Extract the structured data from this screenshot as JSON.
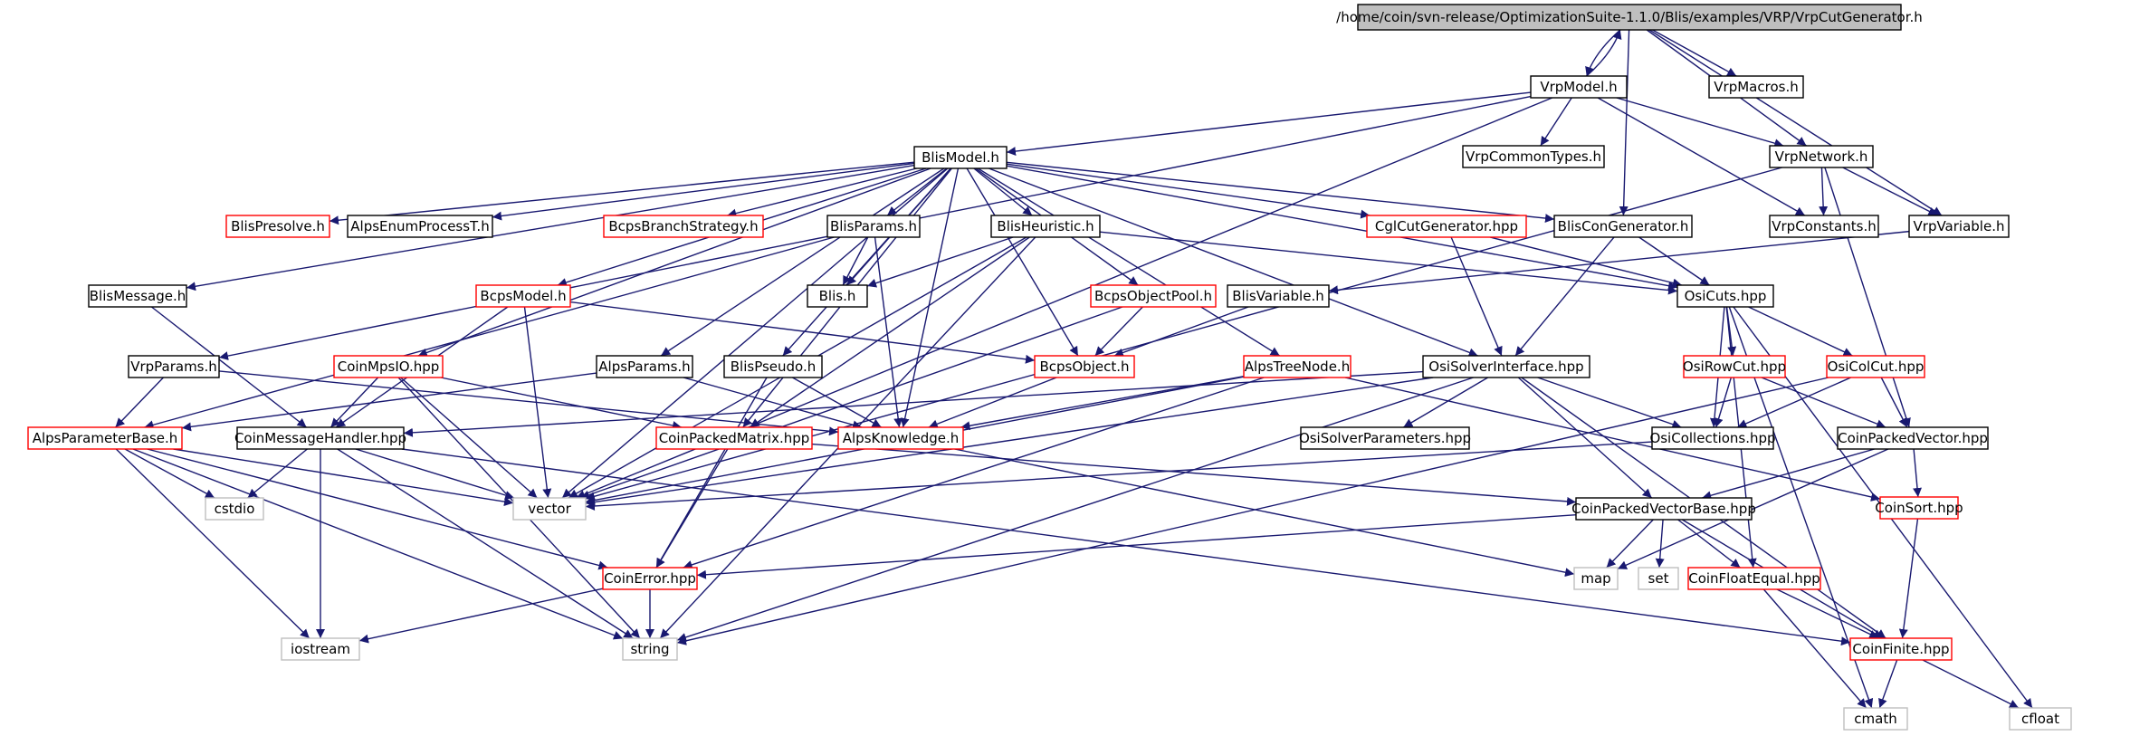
{
  "graph": {
    "nodes": [
      {
        "id": "root",
        "label": "/home/coin/svn-release/OptimizationSuite-1.1.0/Blis/examples/VRP/VrpCutGenerator.h",
        "style": "root"
      },
      {
        "id": "VrpModel",
        "label": "VrpModel.h",
        "style": "black"
      },
      {
        "id": "VrpMacros",
        "label": "VrpMacros.h",
        "style": "black"
      },
      {
        "id": "BlisModel",
        "label": "BlisModel.h",
        "style": "black"
      },
      {
        "id": "VrpCommonTypes",
        "label": "VrpCommonTypes.h",
        "style": "black"
      },
      {
        "id": "VrpNetwork",
        "label": "VrpNetwork.h",
        "style": "black"
      },
      {
        "id": "BlisPresolve",
        "label": "BlisPresolve.h",
        "style": "red"
      },
      {
        "id": "AlpsEnumProcessT",
        "label": "AlpsEnumProcessT.h",
        "style": "black"
      },
      {
        "id": "BcpsBranchStrategy",
        "label": "BcpsBranchStrategy.h",
        "style": "red"
      },
      {
        "id": "BlisParams",
        "label": "BlisParams.h",
        "style": "black"
      },
      {
        "id": "BlisHeuristic",
        "label": "BlisHeuristic.h",
        "style": "black"
      },
      {
        "id": "CglCutGenerator",
        "label": "CglCutGenerator.hpp",
        "style": "red"
      },
      {
        "id": "BlisConGenerator",
        "label": "BlisConGenerator.h",
        "style": "black"
      },
      {
        "id": "VrpConstants",
        "label": "VrpConstants.h",
        "style": "black"
      },
      {
        "id": "VrpVariable",
        "label": "VrpVariable.h",
        "style": "black"
      },
      {
        "id": "BlisMessage",
        "label": "BlisMessage.h",
        "style": "black"
      },
      {
        "id": "BcpsModel",
        "label": "BcpsModel.h",
        "style": "red"
      },
      {
        "id": "Blis",
        "label": "Blis.h",
        "style": "black"
      },
      {
        "id": "BcpsObjectPool",
        "label": "BcpsObjectPool.h",
        "style": "red"
      },
      {
        "id": "BlisVariable",
        "label": "BlisVariable.h",
        "style": "black"
      },
      {
        "id": "OsiCuts",
        "label": "OsiCuts.hpp",
        "style": "black"
      },
      {
        "id": "VrpParams",
        "label": "VrpParams.h",
        "style": "black"
      },
      {
        "id": "CoinMpsIO",
        "label": "CoinMpsIO.hpp",
        "style": "red"
      },
      {
        "id": "AlpsParams",
        "label": "AlpsParams.h",
        "style": "black"
      },
      {
        "id": "BlisPseudo",
        "label": "BlisPseudo.h",
        "style": "black"
      },
      {
        "id": "BcpsObject",
        "label": "BcpsObject.h",
        "style": "red"
      },
      {
        "id": "AlpsTreeNode",
        "label": "AlpsTreeNode.h",
        "style": "red"
      },
      {
        "id": "OsiSolverInterface",
        "label": "OsiSolverInterface.hpp",
        "style": "black"
      },
      {
        "id": "OsiRowCut",
        "label": "OsiRowCut.hpp",
        "style": "red"
      },
      {
        "id": "OsiColCut",
        "label": "OsiColCut.hpp",
        "style": "red"
      },
      {
        "id": "AlpsParameterBase",
        "label": "AlpsParameterBase.h",
        "style": "red"
      },
      {
        "id": "CoinMessageHandler",
        "label": "CoinMessageHandler.hpp",
        "style": "black"
      },
      {
        "id": "CoinPackedMatrix",
        "label": "CoinPackedMatrix.hpp",
        "style": "red"
      },
      {
        "id": "AlpsKnowledge",
        "label": "AlpsKnowledge.h",
        "style": "red"
      },
      {
        "id": "OsiSolverParameters",
        "label": "OsiSolverParameters.hpp",
        "style": "black"
      },
      {
        "id": "OsiCollections",
        "label": "OsiCollections.hpp",
        "style": "black"
      },
      {
        "id": "CoinPackedVector",
        "label": "CoinPackedVector.hpp",
        "style": "black"
      },
      {
        "id": "cstdio",
        "label": "cstdio",
        "style": "gray"
      },
      {
        "id": "vector",
        "label": "vector",
        "style": "gray"
      },
      {
        "id": "CoinPackedVectorBase",
        "label": "CoinPackedVectorBase.hpp",
        "style": "black"
      },
      {
        "id": "CoinSort",
        "label": "CoinSort.hpp",
        "style": "red"
      },
      {
        "id": "CoinError",
        "label": "CoinError.hpp",
        "style": "red"
      },
      {
        "id": "map",
        "label": "map",
        "style": "gray"
      },
      {
        "id": "set",
        "label": "set",
        "style": "gray"
      },
      {
        "id": "CoinFloatEqual",
        "label": "CoinFloatEqual.hpp",
        "style": "red"
      },
      {
        "id": "iostream",
        "label": "iostream",
        "style": "gray"
      },
      {
        "id": "string",
        "label": "string",
        "style": "gray"
      },
      {
        "id": "CoinFinite",
        "label": "CoinFinite.hpp",
        "style": "red"
      },
      {
        "id": "cmath",
        "label": "cmath",
        "style": "gray"
      },
      {
        "id": "cfloat",
        "label": "cfloat",
        "style": "gray"
      }
    ],
    "edges": [
      [
        "root",
        "VrpModel"
      ],
      [
        "root",
        "VrpMacros"
      ],
      [
        "root",
        "BlisConGenerator"
      ],
      [
        "root",
        "VrpNetwork"
      ],
      [
        "root",
        "VrpVariable"
      ],
      [
        "VrpModel",
        "root"
      ],
      [
        "VrpModel",
        "BlisModel"
      ],
      [
        "VrpModel",
        "VrpCommonTypes"
      ],
      [
        "VrpModel",
        "VrpNetwork"
      ],
      [
        "VrpModel",
        "VrpConstants"
      ],
      [
        "VrpModel",
        "VrpParams"
      ],
      [
        "VrpModel",
        "vector"
      ],
      [
        "BlisModel",
        "BlisPresolve"
      ],
      [
        "BlisModel",
        "AlpsEnumProcessT"
      ],
      [
        "BlisModel",
        "BcpsBranchStrategy"
      ],
      [
        "BlisModel",
        "BlisParams"
      ],
      [
        "BlisModel",
        "BlisHeuristic"
      ],
      [
        "BlisModel",
        "CglCutGenerator"
      ],
      [
        "BlisModel",
        "BlisConGenerator"
      ],
      [
        "BlisModel",
        "BlisMessage"
      ],
      [
        "BlisModel",
        "BcpsModel"
      ],
      [
        "BlisModel",
        "Blis"
      ],
      [
        "BlisModel",
        "BcpsObjectPool"
      ],
      [
        "BlisModel",
        "OsiCuts"
      ],
      [
        "BlisModel",
        "CoinMpsIO"
      ],
      [
        "BlisModel",
        "AlpsParams"
      ],
      [
        "BlisModel",
        "BlisPseudo"
      ],
      [
        "BlisModel",
        "BcpsObject"
      ],
      [
        "BlisModel",
        "AlpsTreeNode"
      ],
      [
        "BlisModel",
        "OsiSolverInterface"
      ],
      [
        "BlisModel",
        "CoinPackedMatrix"
      ],
      [
        "BlisModel",
        "AlpsKnowledge"
      ],
      [
        "BlisModel",
        "vector"
      ],
      [
        "VrpNetwork",
        "VrpConstants"
      ],
      [
        "VrpNetwork",
        "VrpVariable"
      ],
      [
        "VrpNetwork",
        "CoinPackedVector"
      ],
      [
        "VrpNetwork",
        "vector"
      ],
      [
        "VrpVariable",
        "BlisVariable"
      ],
      [
        "BlisParams",
        "Blis"
      ],
      [
        "BlisParams",
        "AlpsKnowledge"
      ],
      [
        "BlisParams",
        "AlpsParameterBase"
      ],
      [
        "BlisHeuristic",
        "Blis"
      ],
      [
        "BlisHeuristic",
        "OsiCuts"
      ],
      [
        "BlisHeuristic",
        "CoinPackedMatrix"
      ],
      [
        "BlisHeuristic",
        "vector"
      ],
      [
        "BlisHeuristic",
        "string"
      ],
      [
        "CglCutGenerator",
        "OsiCuts"
      ],
      [
        "CglCutGenerator",
        "OsiSolverInterface"
      ],
      [
        "BlisConGenerator",
        "OsiCuts"
      ],
      [
        "BlisConGenerator",
        "OsiSolverInterface"
      ],
      [
        "BlisMessage",
        "CoinMessageHandler"
      ],
      [
        "BcpsModel",
        "BcpsObject"
      ],
      [
        "BcpsModel",
        "CoinMessageHandler"
      ],
      [
        "BcpsModel",
        "vector"
      ],
      [
        "BcpsObjectPool",
        "BcpsObject"
      ],
      [
        "BcpsObjectPool",
        "vector"
      ],
      [
        "BlisVariable",
        "BcpsObject"
      ],
      [
        "OsiCuts",
        "OsiRowCut"
      ],
      [
        "OsiCuts",
        "OsiColCut"
      ],
      [
        "OsiCuts",
        "OsiCollections"
      ],
      [
        "OsiCuts",
        "CoinFloatEqual"
      ],
      [
        "OsiCuts",
        "cmath"
      ],
      [
        "OsiCuts",
        "cfloat"
      ],
      [
        "VrpParams",
        "AlpsParameterBase"
      ],
      [
        "VrpParams",
        "AlpsKnowledge"
      ],
      [
        "CoinMpsIO",
        "CoinMessageHandler"
      ],
      [
        "CoinMpsIO",
        "CoinPackedMatrix"
      ],
      [
        "CoinMpsIO",
        "vector"
      ],
      [
        "CoinMpsIO",
        "string"
      ],
      [
        "AlpsParams",
        "AlpsKnowledge"
      ],
      [
        "AlpsParams",
        "AlpsParameterBase"
      ],
      [
        "BlisPseudo",
        "AlpsKnowledge"
      ],
      [
        "BlisPseudo",
        "CoinError"
      ],
      [
        "BcpsObject",
        "AlpsKnowledge"
      ],
      [
        "AlpsTreeNode",
        "AlpsKnowledge"
      ],
      [
        "AlpsTreeNode",
        "vector"
      ],
      [
        "AlpsTreeNode",
        "CoinError"
      ],
      [
        "AlpsTreeNode",
        "CoinSort"
      ],
      [
        "OsiSolverInterface",
        "CoinMessageHandler"
      ],
      [
        "OsiSolverInterface",
        "OsiSolverParameters"
      ],
      [
        "OsiSolverInterface",
        "OsiCollections"
      ],
      [
        "OsiSolverInterface",
        "CoinPackedVectorBase"
      ],
      [
        "OsiSolverInterface",
        "vector"
      ],
      [
        "OsiSolverInterface",
        "string"
      ],
      [
        "OsiSolverInterface",
        "CoinFinite"
      ],
      [
        "OsiRowCut",
        "OsiCollections"
      ],
      [
        "OsiRowCut",
        "CoinPackedVector"
      ],
      [
        "OsiColCut",
        "OsiCollections"
      ],
      [
        "OsiColCut",
        "CoinPackedVector"
      ],
      [
        "OsiColCut",
        "string"
      ],
      [
        "AlpsParameterBase",
        "cstdio"
      ],
      [
        "AlpsParameterBase",
        "vector"
      ],
      [
        "AlpsParameterBase",
        "string"
      ],
      [
        "AlpsParameterBase",
        "iostream"
      ],
      [
        "AlpsParameterBase",
        "CoinError"
      ],
      [
        "CoinMessageHandler",
        "cstdio"
      ],
      [
        "CoinMessageHandler",
        "vector"
      ],
      [
        "CoinMessageHandler",
        "iostream"
      ],
      [
        "CoinMessageHandler",
        "string"
      ],
      [
        "CoinMessageHandler",
        "CoinFinite"
      ],
      [
        "CoinPackedMatrix",
        "CoinError"
      ],
      [
        "CoinPackedMatrix",
        "CoinPackedVectorBase"
      ],
      [
        "AlpsKnowledge",
        "map"
      ],
      [
        "OsiCollections",
        "vector"
      ],
      [
        "CoinPackedVector",
        "CoinPackedVectorBase"
      ],
      [
        "CoinPackedVector",
        "CoinSort"
      ],
      [
        "CoinPackedVector",
        "map"
      ],
      [
        "CoinPackedVectorBase",
        "CoinError"
      ],
      [
        "CoinPackedVectorBase",
        "map"
      ],
      [
        "CoinPackedVectorBase",
        "set"
      ],
      [
        "CoinPackedVectorBase",
        "CoinFloatEqual"
      ],
      [
        "CoinPackedVectorBase",
        "CoinFinite"
      ],
      [
        "CoinSort",
        "CoinFinite"
      ],
      [
        "CoinError",
        "string"
      ],
      [
        "CoinError",
        "iostream"
      ],
      [
        "CoinFloatEqual",
        "CoinFinite"
      ],
      [
        "CoinFloatEqual",
        "cmath"
      ],
      [
        "CoinFinite",
        "cmath"
      ],
      [
        "CoinFinite",
        "cfloat"
      ]
    ]
  }
}
